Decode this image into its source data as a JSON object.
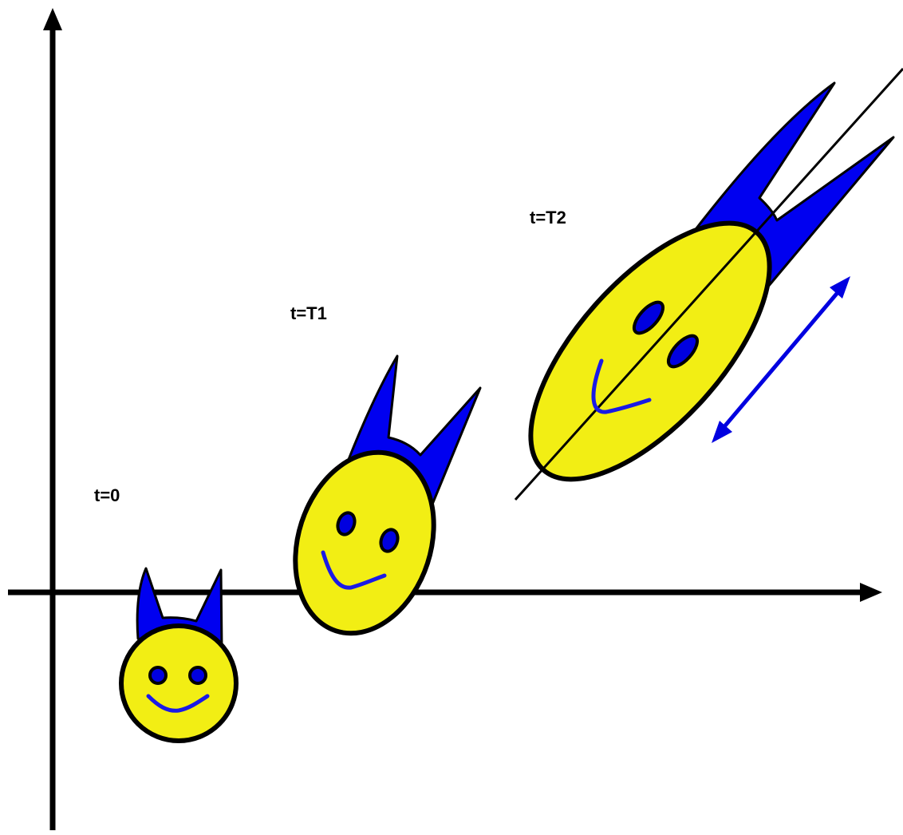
{
  "labels": {
    "t0": "t=0",
    "t1": "t=T1",
    "t2": "t=T2"
  },
  "colors": {
    "face_fill": "#f2ee14",
    "ears": "#0000f0",
    "eyes": "#0000e0",
    "mouth": "#1a1ae6",
    "outline": "#000000",
    "axis": "#000000",
    "double_arrow": "#0000e0"
  },
  "icons": {
    "axes": "xy-axes-arrows",
    "face": "smiley-cat-face",
    "stretch_indicator": "double-headed-arrow"
  }
}
